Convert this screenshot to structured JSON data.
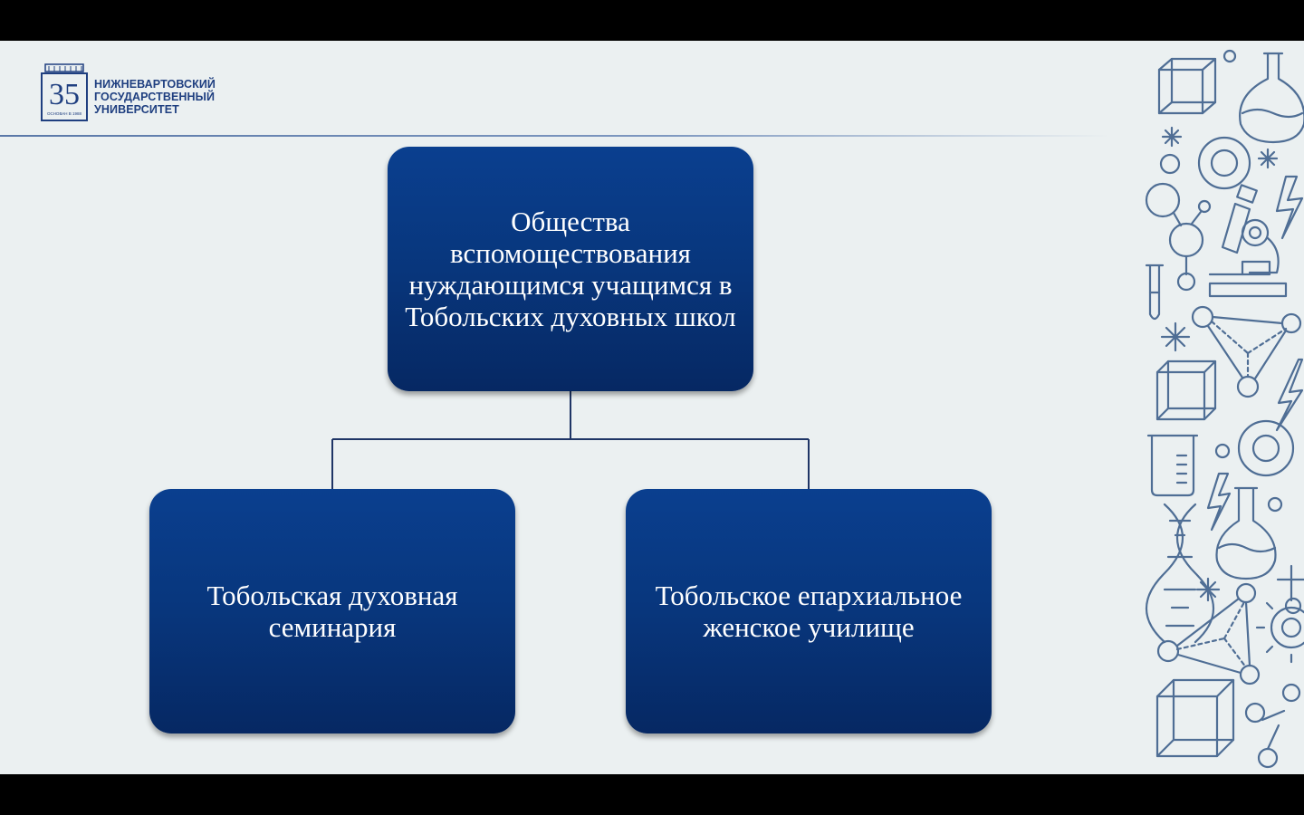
{
  "header": {
    "logo_number": "35",
    "logo_founded": "ОСНОВАН В 1988",
    "university_name_lines": [
      "НИЖНЕВАРТОВСКИЙ",
      "ГОСУДАРСТВЕННЫЙ",
      "УНИВЕРСИТЕТ"
    ]
  },
  "diagram": {
    "root": {
      "label": "Общества вспомоществования нуждающимся учащимся в Тобольских духовных школ"
    },
    "children": [
      {
        "label": "Тобольская духовная семинария"
      },
      {
        "label": "Тобольское епархиальное женское училище"
      }
    ]
  },
  "colors": {
    "background": "#ebf0f1",
    "box_fill": "#08367c",
    "connector": "#1f3566",
    "logo_text": "#1f3f80",
    "deco_stroke": "#4f6e95"
  },
  "decoration": {
    "icon_names": [
      "cube-icon",
      "flask-icon",
      "molecule-icon",
      "microscope-icon",
      "test-tube-icon",
      "star-icon",
      "lightning-icon",
      "beaker-icon",
      "dna-icon",
      "atom-icon"
    ]
  }
}
